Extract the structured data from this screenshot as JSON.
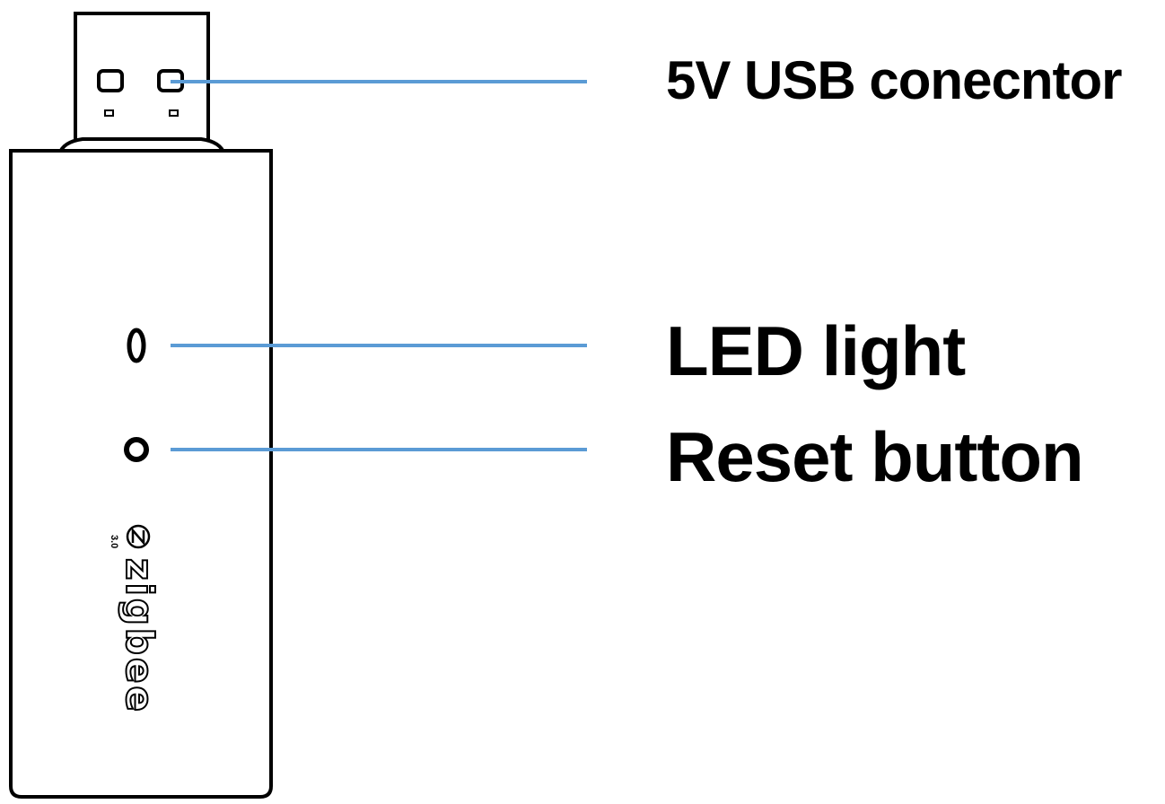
{
  "labels": {
    "usb_connector": "5V USB conecntor",
    "led_light": "LED light",
    "reset_button": "Reset button"
  },
  "device": {
    "logo_word": "zigbee",
    "logo_version": "3.0"
  },
  "colors": {
    "leader_line": "#5b9bd5",
    "outline": "#000000",
    "background": "#ffffff"
  },
  "icons": [
    "zigbee-logo-icon",
    "usb-contact-icon",
    "led-indicator-icon",
    "reset-button-icon"
  ]
}
